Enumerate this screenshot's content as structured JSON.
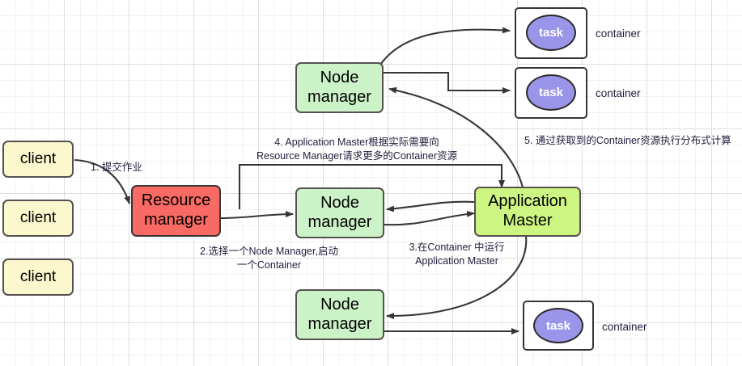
{
  "diagram": {
    "title": "YARN Resource Manager / Node Manager / Application Master workflow",
    "colors": {
      "client_fill": "#fcf8cd",
      "resource_manager_fill": "#fa6a64",
      "node_manager_fill": "#ccf2c7",
      "application_master_fill": "#ccf582",
      "task_fill": "#9b95ea",
      "container_fill": "#ffffff",
      "stroke": "#56514f",
      "label_text": "#1f1f3d"
    },
    "nodes": {
      "client1": "client",
      "client2": "client",
      "client3": "client",
      "resource_manager": "Resource\nmanager",
      "node_manager_top": "Node\nmanager",
      "node_manager_mid": "Node\nmanager",
      "node_manager_bottom": "Node\nmanager",
      "application_master": "Application\nMaster",
      "task_top": "task",
      "task_mid": "task",
      "task_bottom": "task",
      "container_top": "container",
      "container_mid": "container",
      "container_bottom": "container"
    },
    "edge_labels": {
      "step1": "1. 提交作业",
      "step2": "2.选择一个Node Manager,启动\n一个Container",
      "step3": "3.在Container 中运行\nApplication Master",
      "step4": "4. Application Master根据实际需要向\nResource Manager请求更多的Container资源",
      "step5": "5. 通过获取到的Container资源执行分布式计算"
    }
  }
}
